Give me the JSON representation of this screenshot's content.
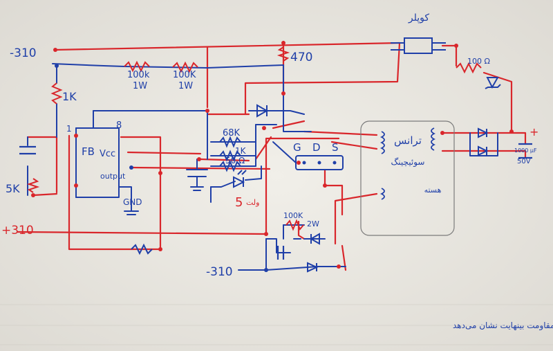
{
  "colors": {
    "paper": "#e9e7e1",
    "blue_ink": "#1f3fa8",
    "red_ink": "#d9262b",
    "pencil": "#7b7b7b"
  },
  "labels": {
    "neg310_top": "-310",
    "neg310_bottom": "-310",
    "pos310": "+310",
    "r_1k": "1K",
    "r_5k": "5K",
    "r_470": "470",
    "r_100k_a": "100k",
    "r_100k_a_w": "1W",
    "r_100k_b": "100K",
    "r_100k_b_w": "1W",
    "r_68k": "68K",
    "r_1k_mid": "1K",
    "r_50": "50 Ω",
    "r_100_top": "100 Ω",
    "r_100k_2w": "100K",
    "r_100k_2w_w": "2W",
    "pin1": "1",
    "pin8": "8",
    "ic_fb": "FB",
    "ic_vcc": "Vcc",
    "ic_output": "output",
    "ic_gnd": "GND",
    "mosfet_g": "G",
    "mosfet_d": "D",
    "mosfet_s": "S",
    "led_5": "5",
    "led_suffix": "ولت",
    "optocoupler": "کوپلر",
    "transformer_title": "ترانس",
    "transformer_sub": "سوئیچینگ",
    "transformer_note": "هسته",
    "cap_plus": "+",
    "cap_value": "1000 μF",
    "cap_voltage": "50V",
    "footer_note": "مقاومت X : قرمز - قرمز - سیاه - طلائی - قهوه‌ای -> مقاومت بینهایت نشان می‌دهد"
  }
}
